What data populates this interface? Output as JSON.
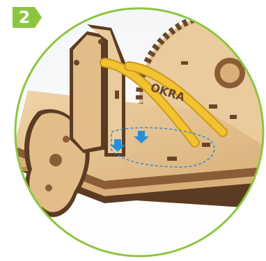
{
  "step": {
    "number": "2"
  },
  "colors": {
    "badge": "#8cc63f",
    "circle_border": "#8cc63f",
    "wood_light": "#e8c79a",
    "wood_dark": "#5b3b22",
    "band": "#f2c230",
    "arrow": "#2a8fd6"
  },
  "icons": {
    "badge_shape": "step-badge-icon",
    "illustration": "wooden-mechanism-assembly-illustration",
    "arrows": "down-arrow-icon"
  },
  "embossed_text": "OKRA"
}
